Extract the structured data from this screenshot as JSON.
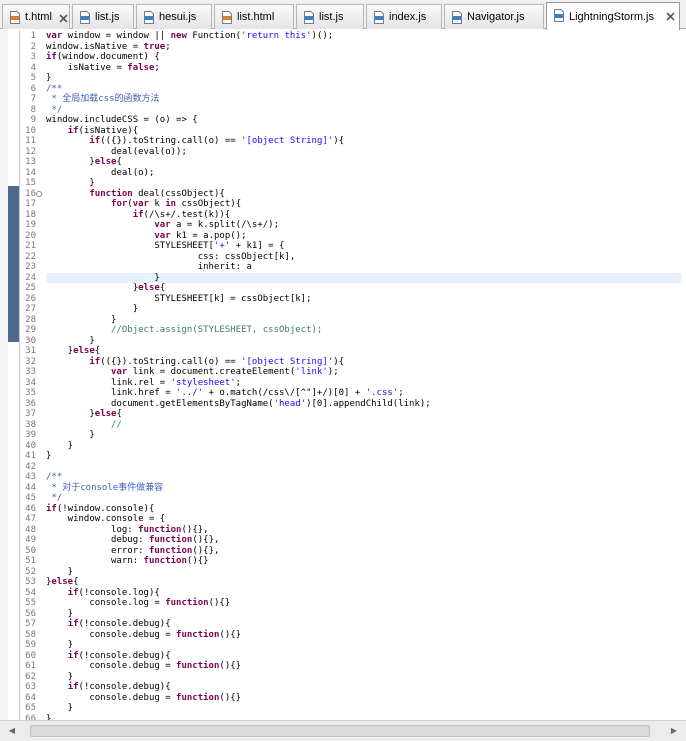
{
  "tabs": [
    {
      "label": "t.html",
      "icon": "html-file-icon",
      "active": false,
      "close": true
    },
    {
      "label": "list.js",
      "icon": "js-file-icon",
      "active": false,
      "close": false
    },
    {
      "label": "hesui.js",
      "icon": "js-file-icon",
      "active": false,
      "close": false
    },
    {
      "label": "list.html",
      "icon": "html-file-icon",
      "active": false,
      "close": false
    },
    {
      "label": "list.js",
      "icon": "js-file-icon",
      "active": false,
      "close": false
    },
    {
      "label": "index.js",
      "icon": "js-file-icon",
      "active": false,
      "close": false
    },
    {
      "label": "Navigator.js",
      "icon": "js-file-icon",
      "active": false,
      "close": false
    },
    {
      "label": "LightningStorm.js",
      "icon": "js-file-icon",
      "active": true,
      "close": true
    }
  ],
  "editor": {
    "current_line": 24,
    "fold_lines": [
      16
    ],
    "colors": {
      "keyword": "#7f0055",
      "string": "#2a00ff",
      "comment": "#3f7f5f",
      "javadoc": "#3f5fbf",
      "current_line": "#e8f2fe",
      "change_marker": "#4e6a91"
    },
    "lines": [
      {
        "n": 1,
        "t": "[[var]] window = window || [[new]] Function({{'return this'}})();"
      },
      {
        "n": 2,
        "t": "window.isNative = [[true]];"
      },
      {
        "n": 3,
        "t": "[[if]](window.document) {"
      },
      {
        "n": 4,
        "t": "    isNative = [[false]];"
      },
      {
        "n": 5,
        "t": "}"
      },
      {
        "n": 6,
        "t": "<</**>>"
      },
      {
        "n": 7,
        "t": "<< * 全局加载css的函数方法>>"
      },
      {
        "n": 8,
        "t": "<< */>>"
      },
      {
        "n": 9,
        "t": "window.includeCSS = (o) => {"
      },
      {
        "n": 10,
        "t": "    [[if]](isNative){"
      },
      {
        "n": 11,
        "t": "        [[if]](({}).toString.call(o) == {{'[object String]'}}){"
      },
      {
        "n": 12,
        "t": "            deal(eval(o));"
      },
      {
        "n": 13,
        "t": "        }[[else]]{"
      },
      {
        "n": 14,
        "t": "            deal(o);"
      },
      {
        "n": 15,
        "t": "        }"
      },
      {
        "n": 16,
        "t": "        [[function]] deal(cssObject){"
      },
      {
        "n": 17,
        "t": "            [[for]]([[var]] k [[in]] cssObject){"
      },
      {
        "n": 18,
        "t": "                [[if]](/\\s+/.test(k)){"
      },
      {
        "n": 19,
        "t": "                    [[var]] a = k.split(/\\s+/);"
      },
      {
        "n": 20,
        "t": "                    [[var]] k1 = a.pop();"
      },
      {
        "n": 21,
        "t": "                    STYLESHEET[{{'+'}} + k1] = {"
      },
      {
        "n": 22,
        "t": "                            css: cssObject[k],"
      },
      {
        "n": 23,
        "t": "                            inherit: a"
      },
      {
        "n": 24,
        "t": "                    }"
      },
      {
        "n": 25,
        "t": "                }[[else]]{"
      },
      {
        "n": 26,
        "t": "                    STYLESHEET[k] = cssObject[k];"
      },
      {
        "n": 27,
        "t": "                }"
      },
      {
        "n": 28,
        "t": "            }"
      },
      {
        "n": 29,
        "t": "            ((//Object.assign(STYLESHEET, cssObject);))"
      },
      {
        "n": 30,
        "t": "        }"
      },
      {
        "n": 31,
        "t": "    }[[else]]{"
      },
      {
        "n": 32,
        "t": "        [[if]](({}).toString.call(o) == {{'[object String]'}}){"
      },
      {
        "n": 33,
        "t": "            [[var]] link = document.createElement({{'link'}});"
      },
      {
        "n": 34,
        "t": "            link.rel = {{'stylesheet'}};"
      },
      {
        "n": 35,
        "t": "            link.href = {{'../'}} + o.match(/css\\/[^\"]+/)[0] + {{'.css'}};"
      },
      {
        "n": 36,
        "t": "            document.getElementsByTagName({{'head'}})[0].appendChild(link);"
      },
      {
        "n": 37,
        "t": "        }[[else]]{"
      },
      {
        "n": 38,
        "t": "            ((//))"
      },
      {
        "n": 39,
        "t": "        }"
      },
      {
        "n": 40,
        "t": "    }"
      },
      {
        "n": 41,
        "t": "}"
      },
      {
        "n": 42,
        "t": ""
      },
      {
        "n": 43,
        "t": "<</**>>"
      },
      {
        "n": 44,
        "t": "<< * 对于console事件做兼容>>"
      },
      {
        "n": 45,
        "t": "<< */>>"
      },
      {
        "n": 46,
        "t": "[[if]](!window.console){"
      },
      {
        "n": 47,
        "t": "    window.console = {"
      },
      {
        "n": 48,
        "t": "            log: [[function]](){},"
      },
      {
        "n": 49,
        "t": "            debug: [[function]](){},"
      },
      {
        "n": 50,
        "t": "            error: [[function]](){},"
      },
      {
        "n": 51,
        "t": "            warn: [[function]](){}"
      },
      {
        "n": 52,
        "t": "    }"
      },
      {
        "n": 53,
        "t": "}[[else]]{"
      },
      {
        "n": 54,
        "t": "    [[if]](!console.log){"
      },
      {
        "n": 55,
        "t": "        console.log = [[function]](){}"
      },
      {
        "n": 56,
        "t": "    }"
      },
      {
        "n": 57,
        "t": "    [[if]](!console.debug){"
      },
      {
        "n": 58,
        "t": "        console.debug = [[function]](){}"
      },
      {
        "n": 59,
        "t": "    }"
      },
      {
        "n": 60,
        "t": "    [[if]](!console.debug){"
      },
      {
        "n": 61,
        "t": "        console.debug = [[function]](){}"
      },
      {
        "n": 62,
        "t": "    }"
      },
      {
        "n": 63,
        "t": "    [[if]](!console.debug){"
      },
      {
        "n": 64,
        "t": "        console.debug = [[function]](){}"
      },
      {
        "n": 65,
        "t": "    }"
      },
      {
        "n": 66,
        "t": "}"
      }
    ]
  }
}
